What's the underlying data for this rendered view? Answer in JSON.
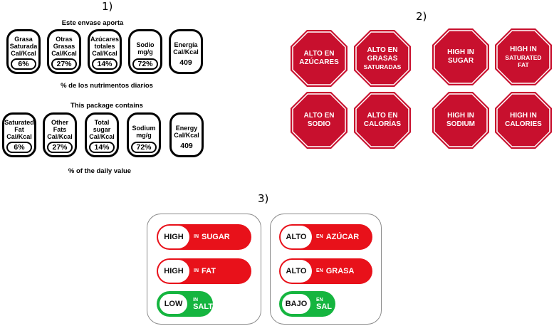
{
  "section1": {
    "label": "1)",
    "spanish": {
      "title": "Este envase aporta",
      "footer": "% de los nutrimentos diarios",
      "items": [
        {
          "name": "Grasa\nSaturada\nCal/Kcal",
          "value": "6%"
        },
        {
          "name": "Otras\nGrasas\nCal/Kcal",
          "value": "27%"
        },
        {
          "name": "Azúcares\ntotales\nCal/Kcal",
          "value": "14%"
        },
        {
          "name": "Sodio\nmg/g",
          "value": "72%"
        },
        {
          "name": "Energía\nCal/Kcal",
          "value": "409"
        }
      ]
    },
    "english": {
      "title": "This package contains",
      "footer": "% of the daily value",
      "items": [
        {
          "name": "Saturated\nFat\nCal/Kcal",
          "value": "6%"
        },
        {
          "name": "Other\nFats\nCal/Kcal",
          "value": "27%"
        },
        {
          "name": "Total\nsugar\nCal/Kcal",
          "value": "14%"
        },
        {
          "name": "Sodium\nmg/g",
          "value": "72%"
        },
        {
          "name": "Energy\nCal/Kcal",
          "value": "409"
        }
      ]
    }
  },
  "section2": {
    "label": "2)",
    "spanish": [
      {
        "line1": "ALTO EN\nAZÚCARES",
        "line2": ""
      },
      {
        "line1": "ALTO EN\nGRASAS",
        "line2": "SATURADAS"
      },
      {
        "line1": "ALTO EN\nSODIO",
        "line2": ""
      },
      {
        "line1": "ALTO EN\nCALORÍAS",
        "line2": ""
      }
    ],
    "english": [
      {
        "line1": "HIGH IN\nSUGAR",
        "line2": ""
      },
      {
        "line1": "HIGH IN",
        "line2": "SATURATED\nFAT"
      },
      {
        "line1": "HIGH IN\nSODIUM",
        "line2": ""
      },
      {
        "line1": "HIGH IN\nCALORIES",
        "line2": ""
      }
    ]
  },
  "section3": {
    "label": "3)",
    "english": [
      {
        "level": "HIGH",
        "prep": "IN",
        "nutrient": "SUGAR"
      },
      {
        "level": "HIGH",
        "prep": "IN",
        "nutrient": "FAT"
      },
      {
        "level": "LOW",
        "prep": "IN",
        "nutrient": "SALT"
      }
    ],
    "spanish": [
      {
        "level": "ALTO",
        "prep": "EN",
        "nutrient": "AZÚCAR"
      },
      {
        "level": "ALTO",
        "prep": "EN",
        "nutrient": "GRASA"
      },
      {
        "level": "BAJO",
        "prep": "EN",
        "nutrient": "SAL"
      }
    ]
  },
  "colors": {
    "stop_red": "#c8102e",
    "pill_red": "#e8111a",
    "pill_green": "#15b53f"
  }
}
